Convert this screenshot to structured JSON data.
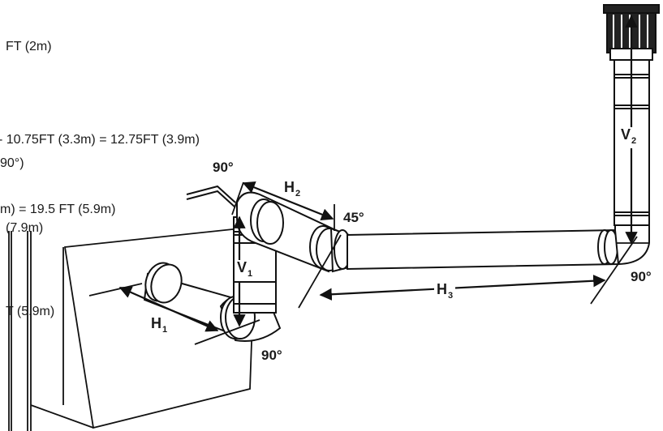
{
  "notes": [
    "FT (2m)",
    "- 10.75FT (3.3m) = 12.75FT (3.9m)",
    "90°)",
    "m) = 19.5 FT (5.9m)",
    "(7.9m)",
    "T (5.9m)"
  ],
  "angles": {
    "top_left": "90°",
    "elbow_45": "45°",
    "bottom": "90°",
    "right": "90°"
  },
  "pipes": {
    "H1": {
      "main": "H",
      "sub": "1"
    },
    "H2": {
      "main": "H",
      "sub": "2"
    },
    "H3": {
      "main": "H",
      "sub": "3"
    },
    "V1": {
      "main": "V",
      "sub": "1"
    },
    "V2": {
      "main": "V",
      "sub": "2"
    }
  }
}
